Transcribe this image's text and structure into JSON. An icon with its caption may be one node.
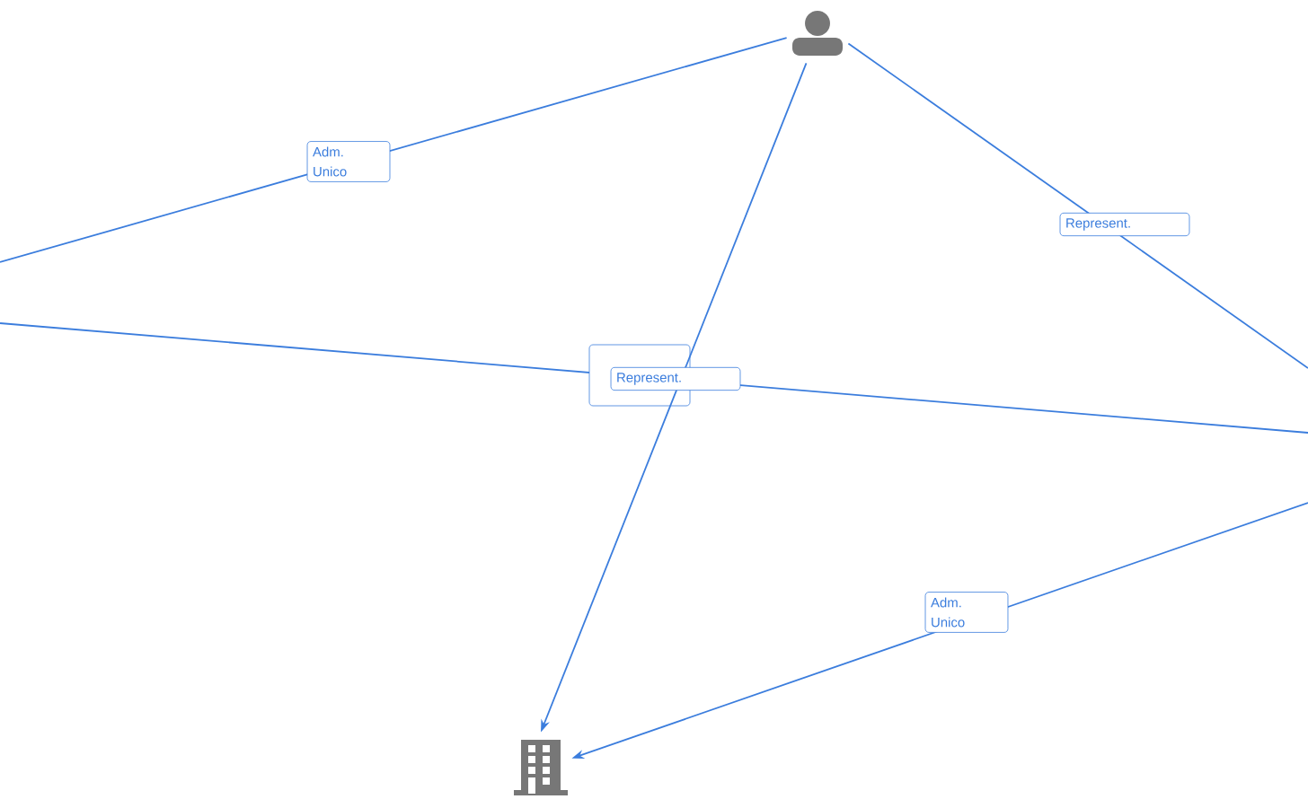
{
  "diagram": {
    "nodes": [
      {
        "text": [],
        "shape": "person"
      },
      {
        "text": [],
        "shape": "building"
      }
    ],
    "edges": [
      {
        "from": null,
        "to": 0,
        "arrow": "none",
        "label": "Adm. Unico"
      },
      {
        "from": 0,
        "to": 1,
        "arrow": "to",
        "label": "Represent."
      },
      {
        "from": 0,
        "to": null,
        "arrow": "none",
        "label": "Represent."
      },
      {
        "from": null,
        "to": 1,
        "arrow": "to",
        "label": "Adm. Unico"
      }
    ]
  }
}
